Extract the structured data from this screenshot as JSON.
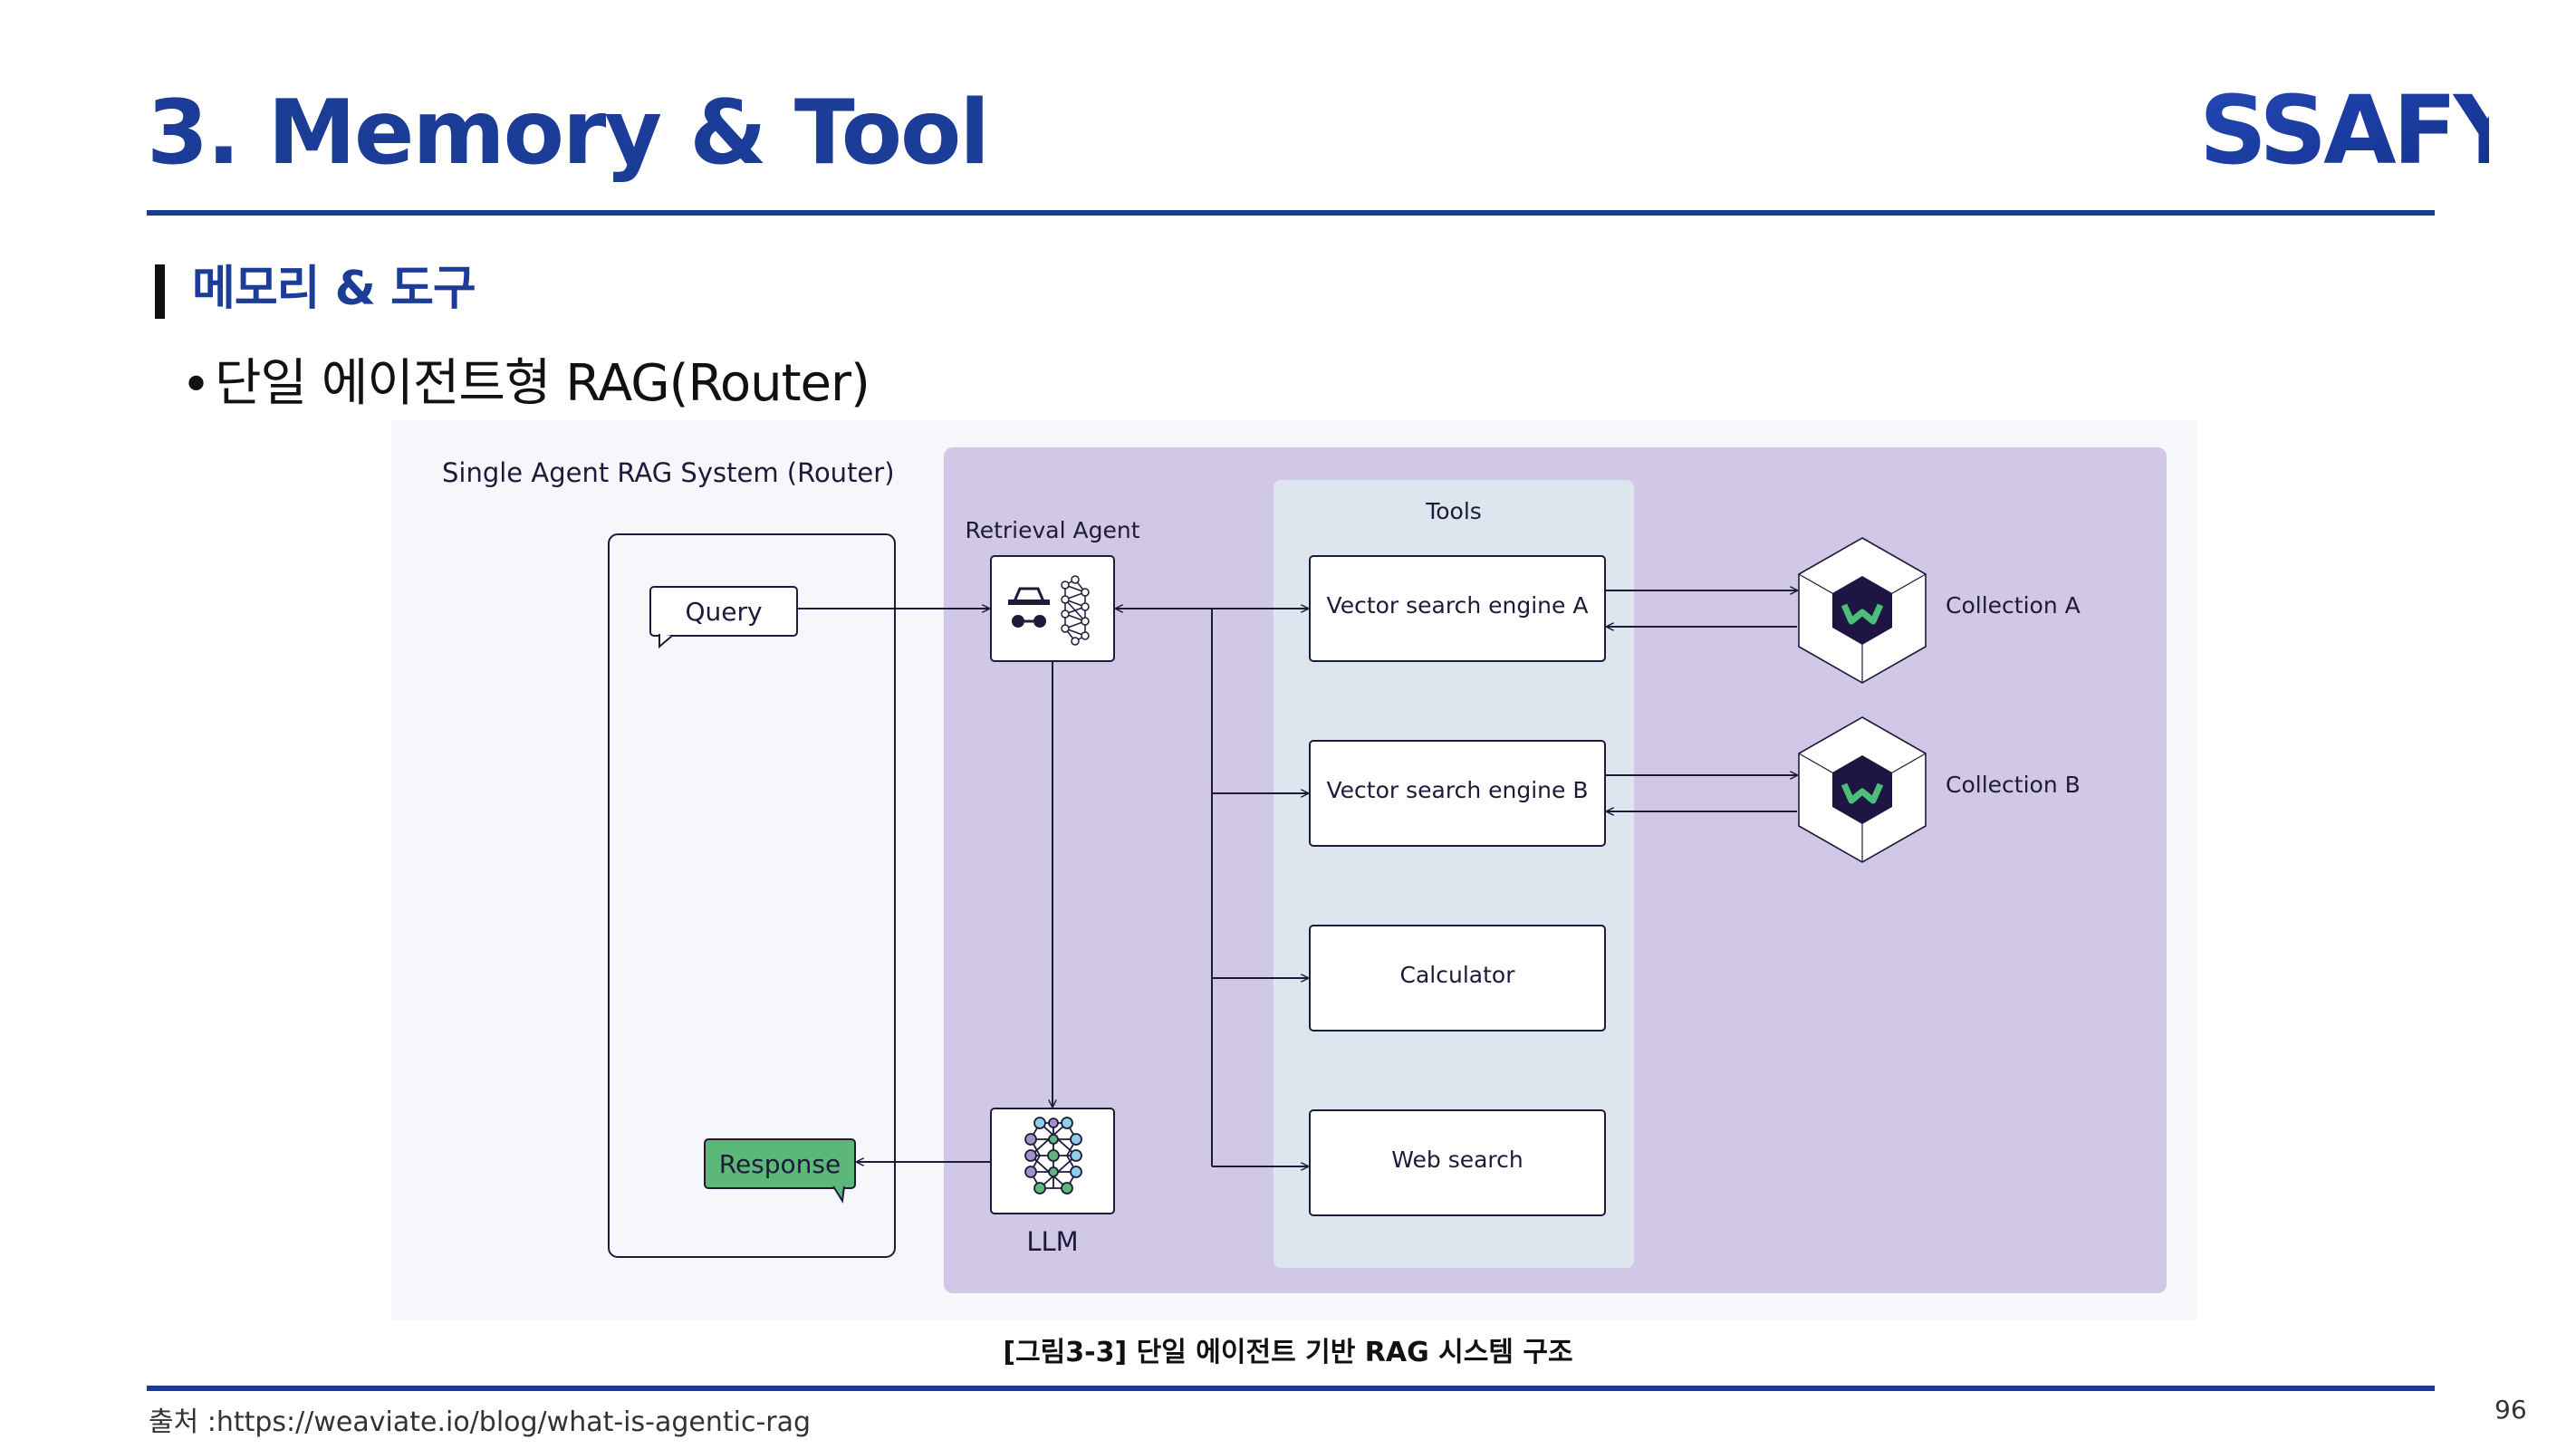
{
  "slide": {
    "title": "3. Memory & Tool",
    "logo_text": "SSAFY",
    "section_heading": "메모리 & 도구",
    "bullet": "단일 에이전트형 RAG(Router)",
    "caption": "[그림3-3] 단일 에이전트 기반 RAG 시스템 구조",
    "source": "출처 :https://weaviate.io/blog/what-is-agentic-rag",
    "page_number": "96"
  },
  "diagram": {
    "system_label": "Single Agent RAG System (Router)",
    "query_label": "Query",
    "response_label": "Response",
    "retrieval_agent_label": "Retrieval Agent",
    "llm_label": "LLM",
    "tools_label": "Tools",
    "tools": [
      "Vector search engine A",
      "Vector search engine B",
      "Calculator",
      "Web search"
    ],
    "collections": [
      "Collection A",
      "Collection B"
    ]
  },
  "colors": {
    "brand_blue": "#1b3c97",
    "agent_panel": "#d1c7e6",
    "tools_panel": "#dde6ef",
    "figure_bg": "#f6f7fa",
    "response_green": "#5cb878",
    "collection_icon": "#1e1543",
    "collection_mark": "#4bbf79"
  }
}
